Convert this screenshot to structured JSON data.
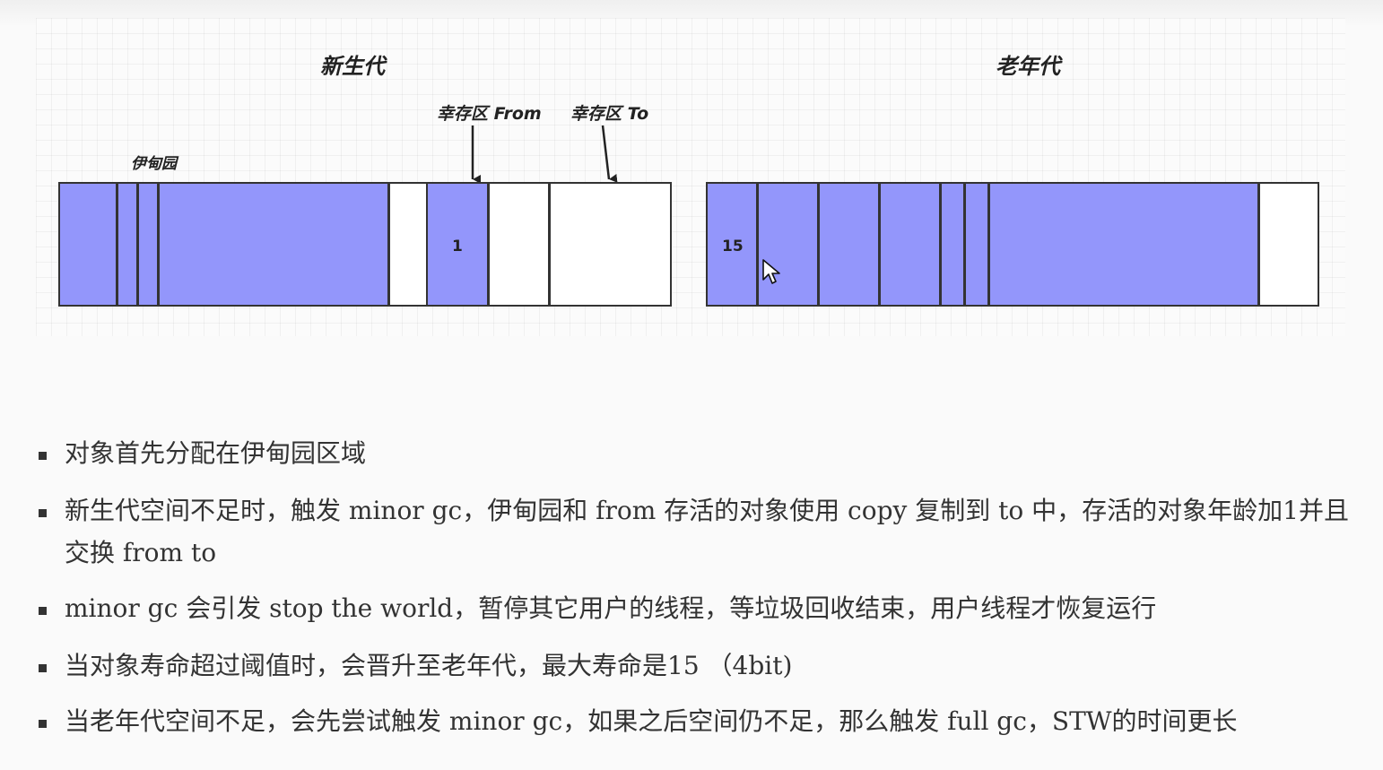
{
  "diagram": {
    "young_gen_title": "新生代",
    "old_gen_title": "老年代",
    "eden_label": "伊甸园",
    "survivor_from_label": "幸存区 From",
    "survivor_to_label": "幸存区 To",
    "from_object_age": "1",
    "old_object_age": "15",
    "colors": {
      "occupied": "#9396fb",
      "free": "#ffffff",
      "border": "#333333"
    }
  },
  "notes": [
    "对象首先分配在伊甸园区域",
    "新生代空间不足时，触发 minor gc，伊甸园和 from 存活的对象使用 copy 复制到 to 中，存活的对象年龄加1并且交换 from to",
    "minor gc 会引发 stop the world，暂停其它用户的线程，等垃圾回收结束，用户线程才恢复运行",
    "当对象寿命超过阈值时，会晋升至老年代，最大寿命是15 （4bit)",
    "当老年代空间不足，会先尝试触发 minor gc，如果之后空间仍不足，那么触发 full gc，STW的时间更长"
  ]
}
